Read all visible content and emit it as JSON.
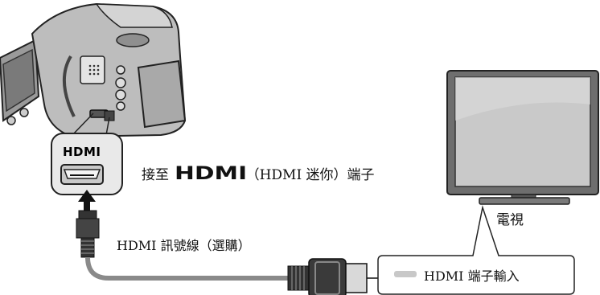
{
  "labels": {
    "connect_prefix": "接至",
    "hdmi_logo": "HDMI",
    "connect_suffix": "（HDMI 迷你）端子",
    "cable": "HDMI 訊號線（選購）",
    "tv": "電視",
    "tv_input": "HDMI 端子輸入",
    "port_logo": "HDMI"
  },
  "colors": {
    "camera_body": "#b9b9b9",
    "cable": "#8a8a8a",
    "tv_bezel": "#6e6e6e",
    "tv_screen": "#c9c9c9",
    "connector": "#333333"
  },
  "icons": [
    "camcorder-icon",
    "television-icon",
    "hdmi-connector-icon",
    "arrow-up-icon"
  ]
}
